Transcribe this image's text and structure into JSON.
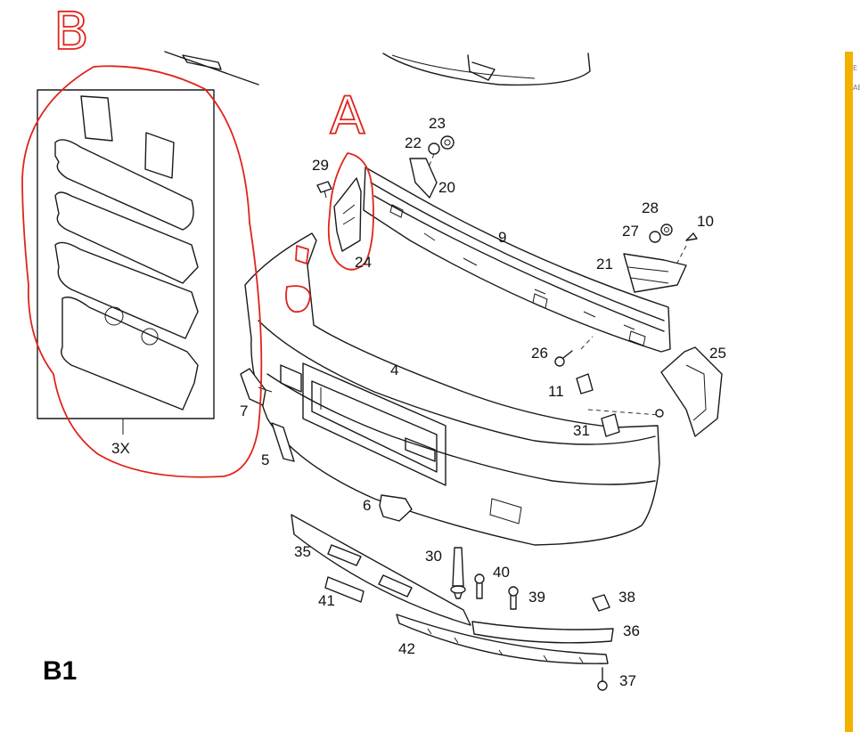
{
  "diagram": {
    "page_label": "B1",
    "annotations": {
      "a": "A",
      "b": "B"
    },
    "kit_quantity": "3X",
    "parts": [
      "23",
      "22",
      "20",
      "29",
      "24",
      "9",
      "28",
      "10",
      "27",
      "21",
      "25",
      "26",
      "11",
      "4",
      "7",
      "31",
      "5",
      "6",
      "35",
      "30",
      "40",
      "39",
      "38",
      "41",
      "36",
      "42",
      "37"
    ]
  },
  "side_panel": {
    "line1": "E",
    "line2": "AE"
  },
  "colors": {
    "annotation_red": "#e0241b",
    "side_bar_yellow": "#f4b000"
  }
}
